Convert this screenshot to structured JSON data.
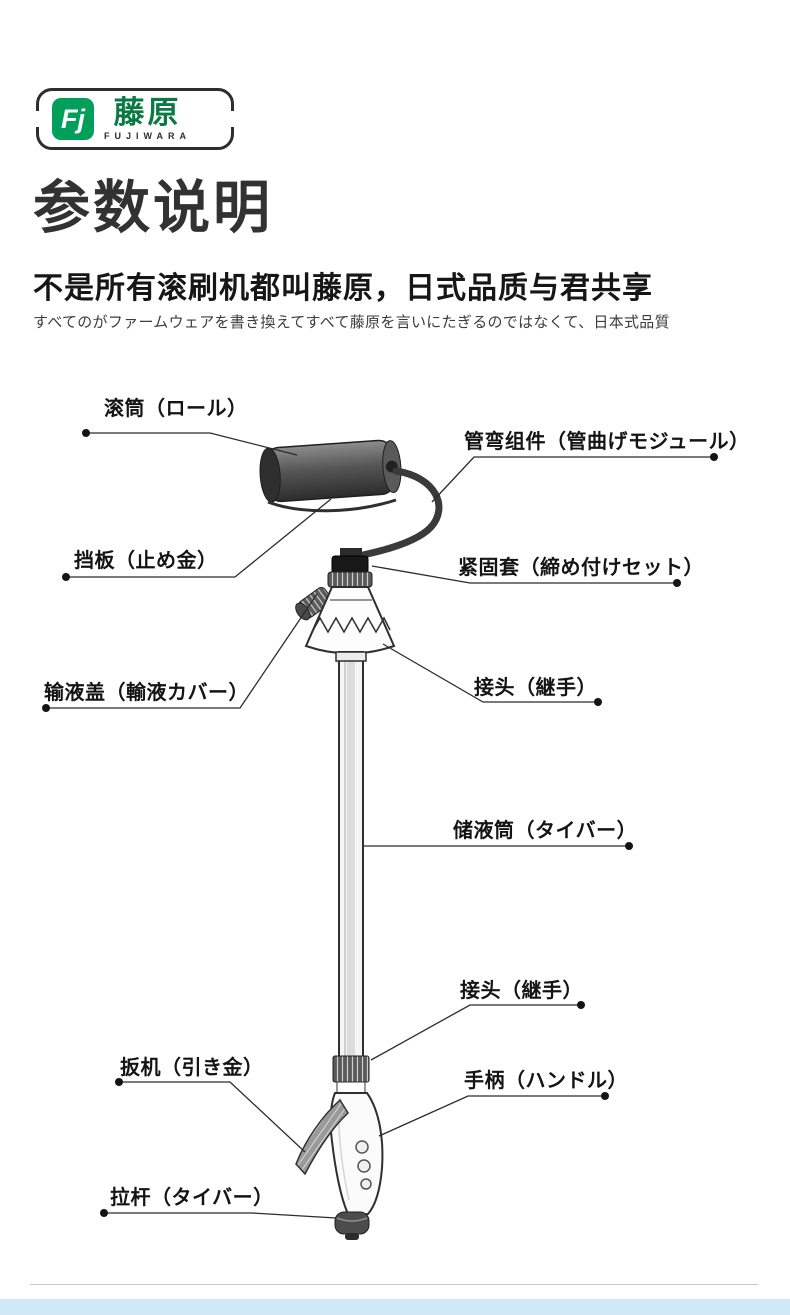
{
  "brand": {
    "monogram": "Fj",
    "name_cn": "藤原",
    "name_en": "FUJIWARA"
  },
  "header": {
    "title": "参数说明",
    "subtitle": "不是所有滚刷机都叫藤原，日式品质与君共享",
    "subtitle_jp": "すべてのがファームウェアを書き換えてすべて藤原を言いにたぎるのではなくて、日本式品質"
  },
  "diagram": {
    "callouts": [
      {
        "id": "roller",
        "label": "滚筒（ロール）"
      },
      {
        "id": "bend-module",
        "label": "管弯组件（管曲げモジュール）"
      },
      {
        "id": "baffle",
        "label": "挡板（止め金）"
      },
      {
        "id": "locking-sleeve",
        "label": "紧固套（締め付けセット）"
      },
      {
        "id": "infusion-cap",
        "label": "输液盖（輸液カバー）"
      },
      {
        "id": "joint-upper",
        "label": "接头（継手）"
      },
      {
        "id": "reservoir-tube",
        "label": "储液筒（タイバー）"
      },
      {
        "id": "joint-lower",
        "label": "接头（継手）"
      },
      {
        "id": "trigger",
        "label": "扳机（引き金）"
      },
      {
        "id": "handle",
        "label": "手柄（ハンドル）"
      },
      {
        "id": "pull-rod",
        "label": "拉杆（タイバー）"
      }
    ]
  },
  "colors": {
    "brand_green": "#00a05b",
    "brand_text_green": "#0a7a45",
    "heading_dark": "#323232",
    "line_dark": "#2b2b2b",
    "footer_strip_blue": "#cfe9f6",
    "divider_gray": "#c9c9c9"
  }
}
